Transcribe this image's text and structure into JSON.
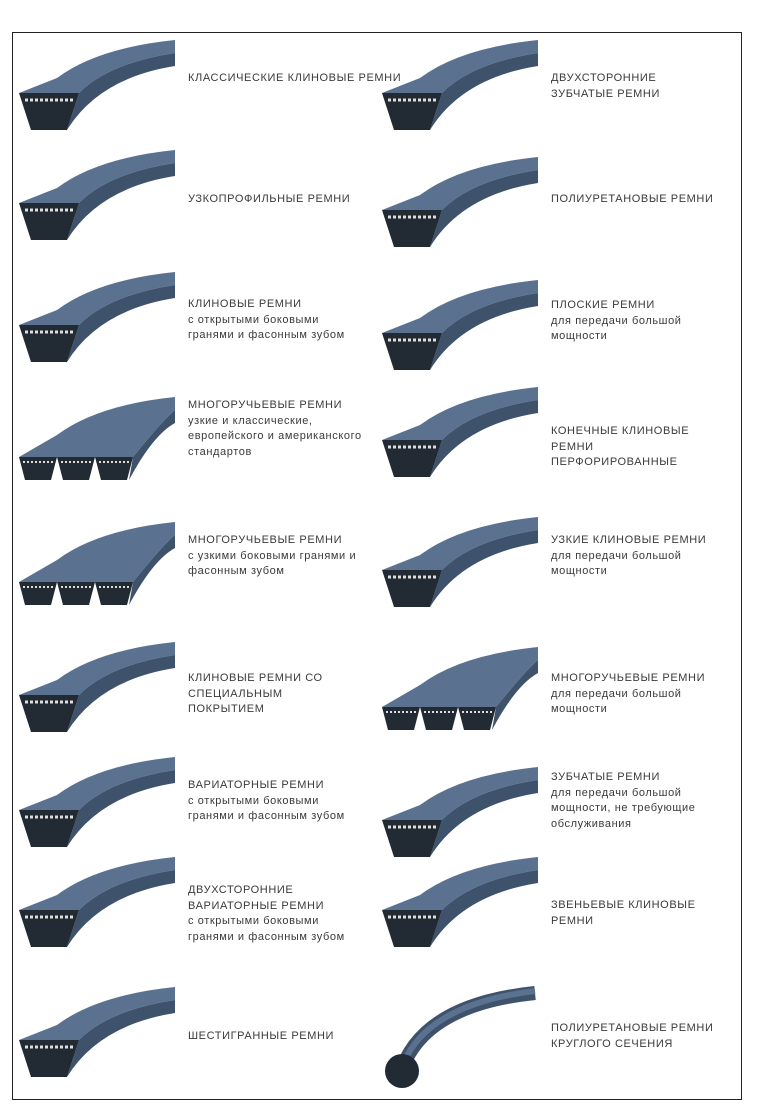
{
  "left": [
    {
      "title": "КЛАССИЧЕСКИЕ КЛИНОВЫЕ РЕМНИ",
      "lines": [],
      "icon": "classic-v-belt-image"
    },
    {
      "title": "УЗКОПРОФИЛЬНЫЕ РЕМНИ",
      "lines": [],
      "icon": "narrow-profile-belt-image"
    },
    {
      "title": "КЛИНОВЫЕ РЕМНИ",
      "lines": [
        "с открытыми боковыми",
        "гранями и фасонным зубом"
      ],
      "icon": "raw-edge-cogged-belt-image"
    },
    {
      "title": "МНОГОРУЧЬЕВЫЕ РЕМНИ",
      "lines": [
        "узкие и классические,",
        "европейского и американского",
        "стандартов"
      ],
      "icon": "banded-belt-image"
    },
    {
      "title": "МНОГОРУЧЬЕВЫЕ РЕМНИ",
      "lines": [
        "с узкими боковыми гранями и",
        "фасонным зубом"
      ],
      "icon": "banded-cogged-belt-image"
    },
    {
      "title": "КЛИНОВЫЕ РЕМНИ СО",
      "lines": [
        "СПЕЦИАЛЬНЫМ",
        "ПОКРЫТИЕМ"
      ],
      "icon": "coated-v-belt-image"
    },
    {
      "title": "ВАРИАТОРНЫЕ РЕМНИ",
      "lines": [
        "с открытыми боковыми",
        "гранями и фасонным зубом"
      ],
      "icon": "variable-speed-belt-image"
    },
    {
      "title": "ДВУХСТОРОННИЕ",
      "lines": [
        "ВАРИАТОРНЫЕ РЕМНИ",
        "с открытыми боковыми",
        "гранями и фасонным зубом"
      ],
      "icon": "double-variable-speed-belt-image"
    },
    {
      "title": "ШЕСТИГРАННЫЕ РЕМНИ",
      "lines": [],
      "icon": "hexagonal-belt-image"
    }
  ],
  "right": [
    {
      "title": "ДВУХСТОРОННИЕ",
      "lines": [
        "ЗУБЧАТЫЕ РЕМНИ"
      ],
      "icon": "double-timing-belt-image"
    },
    {
      "title": "ПОЛИУРЕТАНОВЫЕ РЕМНИ",
      "lines": [],
      "icon": "polyurethane-belt-image"
    },
    {
      "title": "ПЛОСКИЕ РЕМНИ",
      "lines": [
        "для передачи большой",
        "мощности"
      ],
      "icon": "flat-belt-image"
    },
    {
      "title": "КОНЕЧНЫЕ КЛИНОВЫЕ",
      "lines": [
        "РЕМНИ",
        "ПЕРФОРИРОВАННЫЕ"
      ],
      "icon": "perforated-v-belt-image"
    },
    {
      "title": "УЗКИЕ КЛИНОВЫЕ РЕМНИ",
      "lines": [
        "для передачи большой",
        "мощности"
      ],
      "icon": "narrow-v-belt-image"
    },
    {
      "title": "МНОГОРУЧЬЕВЫЕ РЕМНИ",
      "lines": [
        "для передачи большой",
        "мощности"
      ],
      "icon": "banded-power-belt-image"
    },
    {
      "title": "ЗУБЧАТЫЕ РЕМНИ",
      "lines": [
        "для передачи большой",
        "мощности, не требующие",
        "обслуживания"
      ],
      "icon": "timing-belt-image"
    },
    {
      "title": "ЗВЕНЬЕВЫЕ КЛИНОВЫЕ",
      "lines": [
        "РЕМНИ"
      ],
      "icon": "link-v-belt-image"
    },
    {
      "title": "ПОЛИУРЕТАНОВЫЕ РЕМНИ",
      "lines": [
        "КРУГЛОГО СЕЧЕНИЯ"
      ],
      "icon": "round-polyurethane-belt-image"
    }
  ],
  "colors": {
    "belt": "#5a7290",
    "belt_dark": "#3e526b",
    "section": "#222a33"
  }
}
